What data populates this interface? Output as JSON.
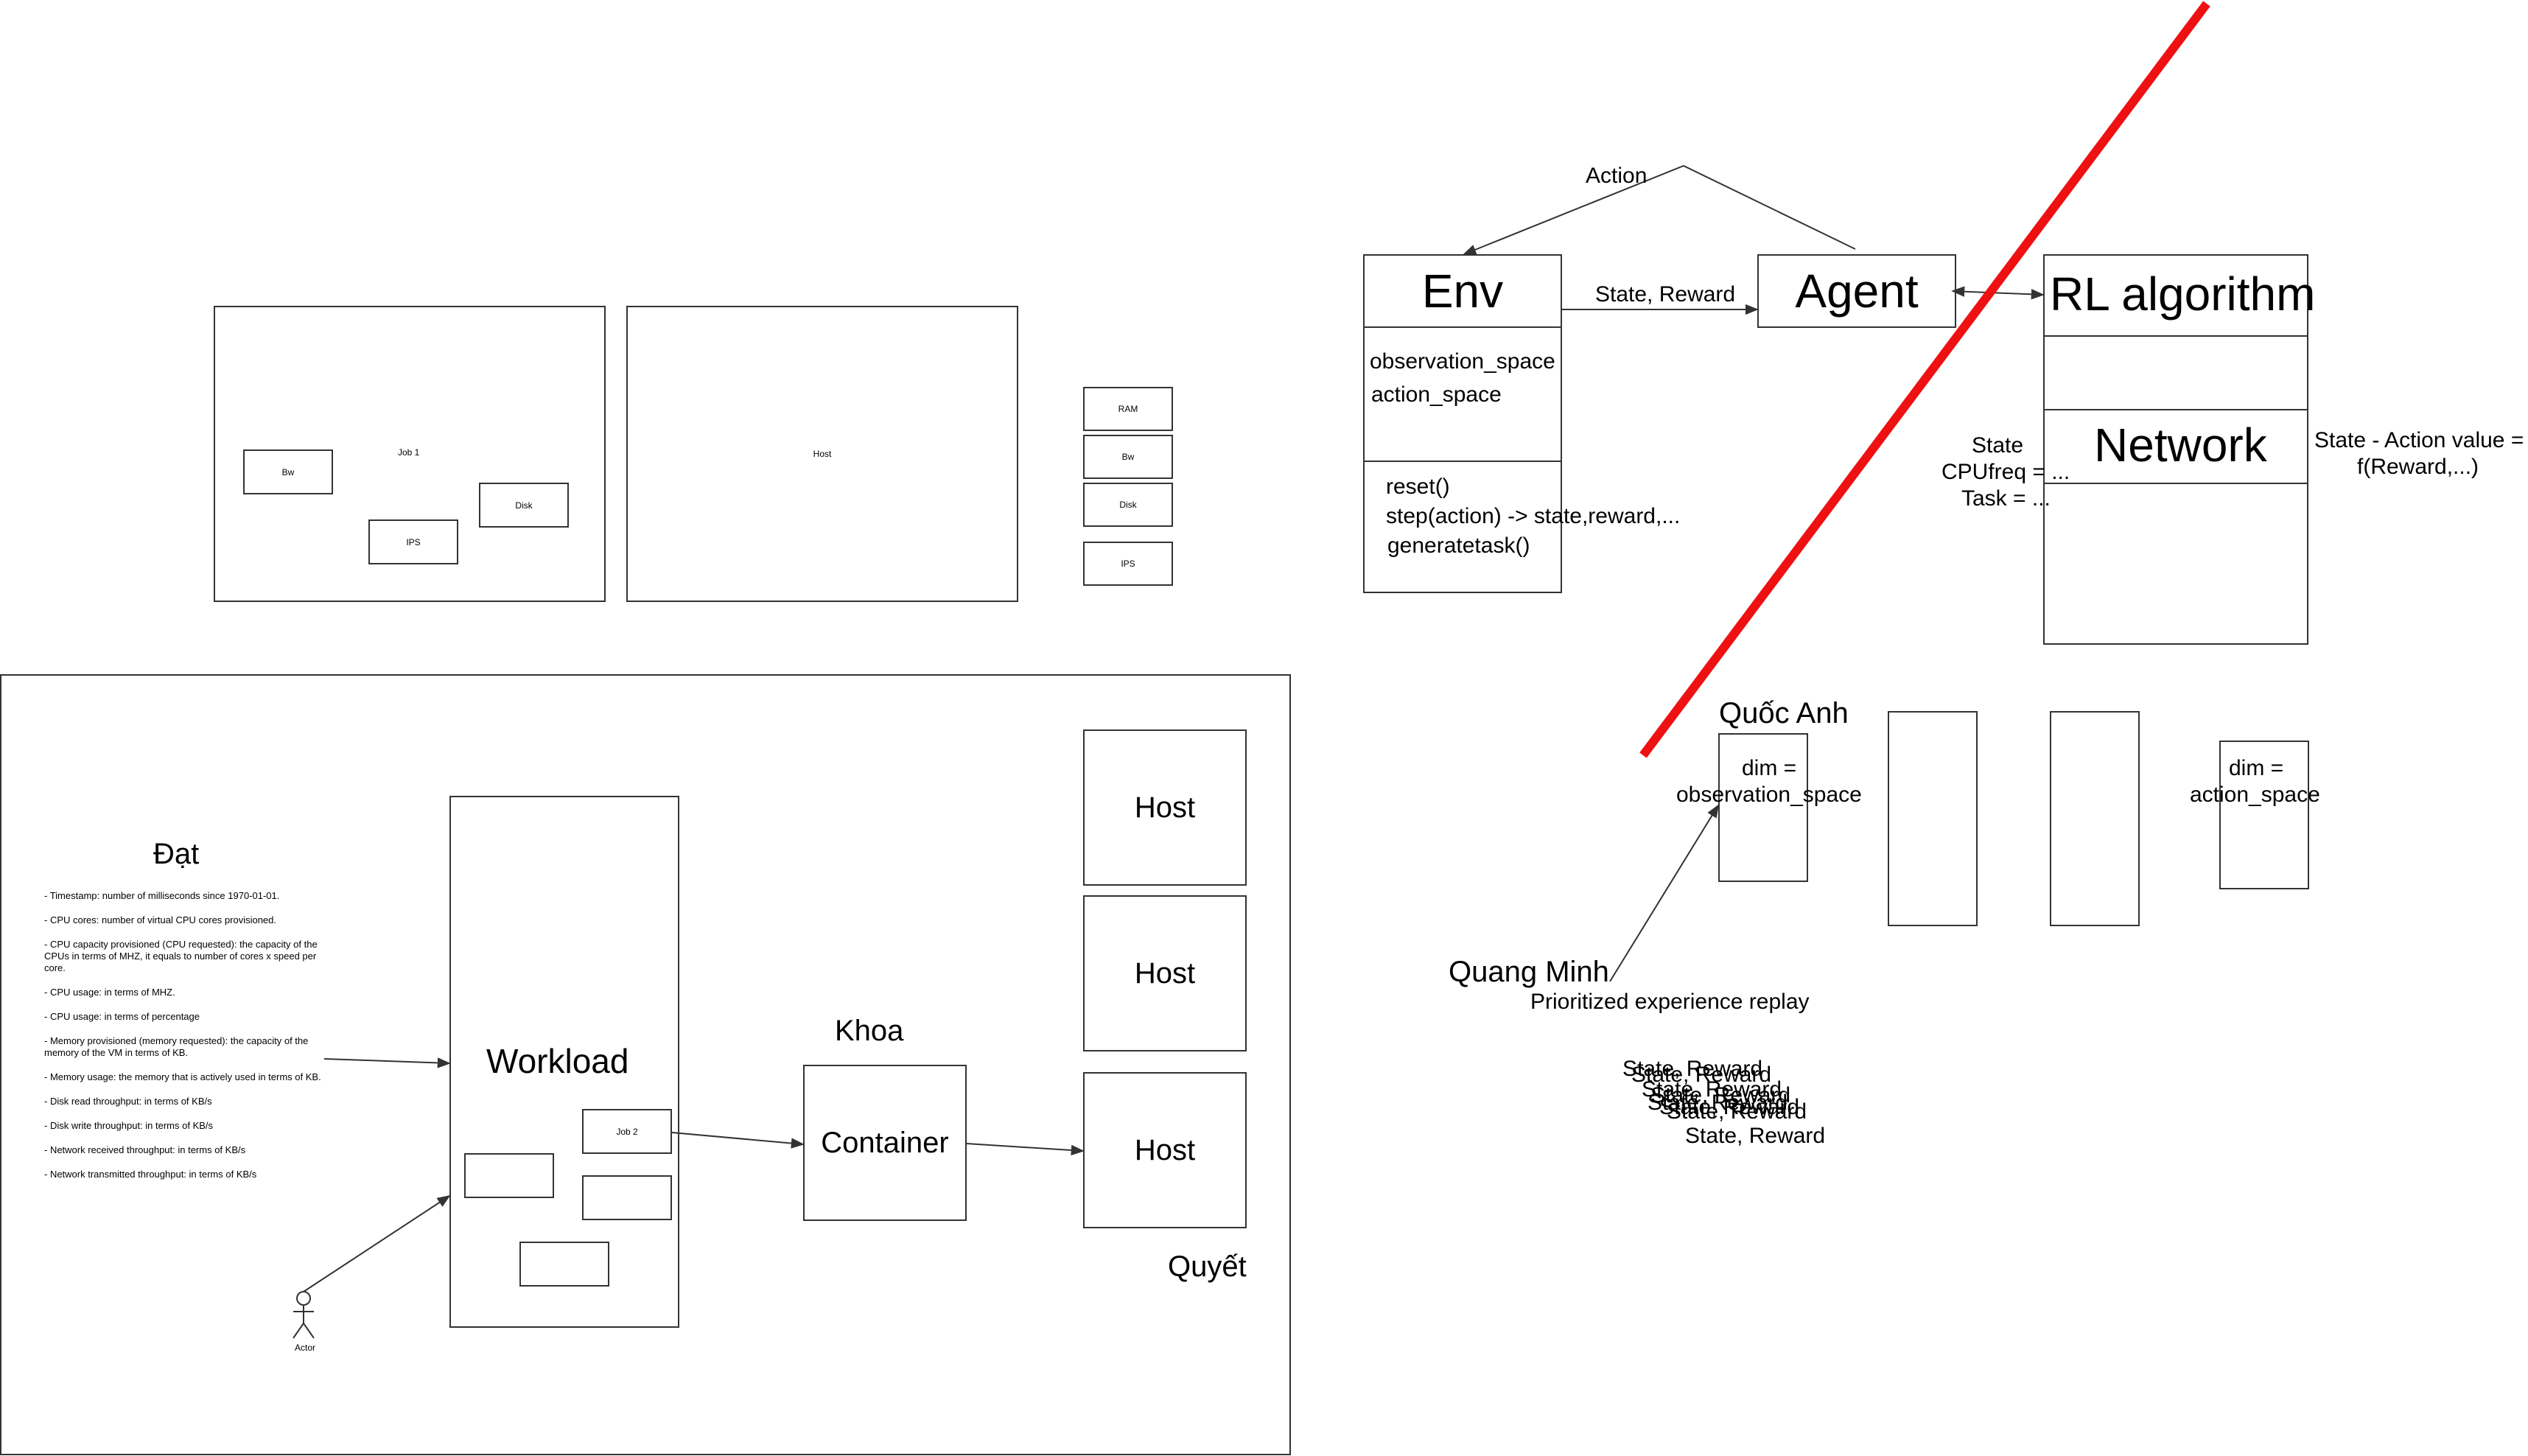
{
  "resources_panel": {
    "job1_label": "Job 1",
    "bw_label": "Bw",
    "disk_label": "Disk",
    "ips_label": "IPS",
    "host_label": "Host",
    "list": [
      "RAM",
      "Bw",
      "Disk",
      "IPS"
    ]
  },
  "simulation": {
    "dat_label": "Đạt",
    "notes": [
      "- Timestamp: number of milliseconds since 1970-01-01.",
      "- CPU cores: number of virtual CPU cores provisioned.",
      "- CPU capacity provisioned (CPU requested): the capacity of the CPUs in terms of MHZ, it equals to number of cores x speed per core.",
      "- CPU usage: in terms of MHZ.",
      "- CPU usage: in terms of percentage",
      "- Memory provisioned (memory requested): the capacity of the memory of the VM in terms of KB.",
      "- Memory usage: the memory that is actively used in terms of KB.",
      "- Disk read throughput: in terms of KB/s",
      "- Disk write throughput: in terms of KB/s",
      "- Network received throughput: in terms of KB/s",
      "- Network transmitted throughput: in terms of KB/s"
    ],
    "workload_label": "Workload",
    "job2_label": "Job 2",
    "actor_label": "Actor",
    "khoa_label": "Khoa",
    "container_label": "Container",
    "hosts": [
      "Host",
      "Host",
      "Host"
    ],
    "quyet_label": "Quyết"
  },
  "rl": {
    "action_label": "Action",
    "env_title": "Env",
    "env_attrs": [
      "observation_space",
      "action_space"
    ],
    "env_methods": [
      "reset()",
      "step(action) -> state,reward,...",
      "generatetask()"
    ],
    "state_reward_label": "State, Reward",
    "agent_title": "Agent",
    "algo_title": "RL algorithm",
    "network_label": "Network",
    "state_info": [
      "State",
      "CPUfreq = ...",
      "Task = ..."
    ],
    "q_value_lines": [
      "State - Action value =",
      "f(Reward,...)"
    ],
    "quoc_anh_label": "Quốc Anh",
    "dim_obs_lines": [
      "dim =",
      "observation_space"
    ],
    "dim_act_lines": [
      "dim =",
      "action_space"
    ],
    "quang_minh_label": "Quang Minh",
    "replay_label": "Prioritized experience replay",
    "stacked_label": "State, Reward",
    "slash_color": "#ee1111"
  }
}
